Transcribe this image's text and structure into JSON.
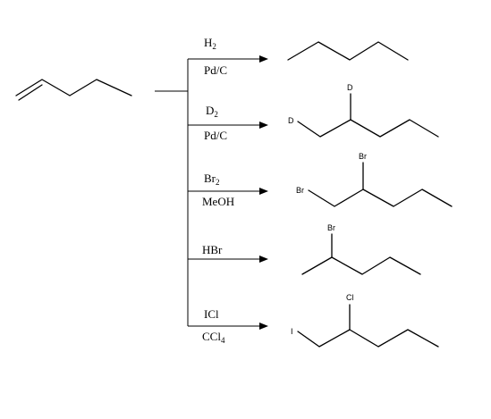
{
  "reactions": [
    {
      "reagent_top": "H",
      "reagent_top_sub": "2",
      "reagent_bottom": "Pd/C",
      "reagent_bottom_sub": ""
    },
    {
      "reagent_top": "D",
      "reagent_top_sub": "2",
      "reagent_bottom": "Pd/C",
      "reagent_bottom_sub": ""
    },
    {
      "reagent_top": "Br",
      "reagent_top_sub": "2",
      "reagent_bottom": "MeOH",
      "reagent_bottom_sub": ""
    },
    {
      "reagent_top": "HBr",
      "reagent_top_sub": "",
      "reagent_bottom": "",
      "reagent_bottom_sub": ""
    },
    {
      "reagent_top": "ICl",
      "reagent_top_sub": "",
      "reagent_bottom": "CCl",
      "reagent_bottom_sub": "4"
    }
  ],
  "products": {
    "p2": {
      "top_label": "D",
      "left_label": "D"
    },
    "p3": {
      "top_label": "Br",
      "left_label": "Br"
    },
    "p4": {
      "top_label": "Br"
    },
    "p5": {
      "top_label": "Cl",
      "left_label": "I"
    }
  }
}
